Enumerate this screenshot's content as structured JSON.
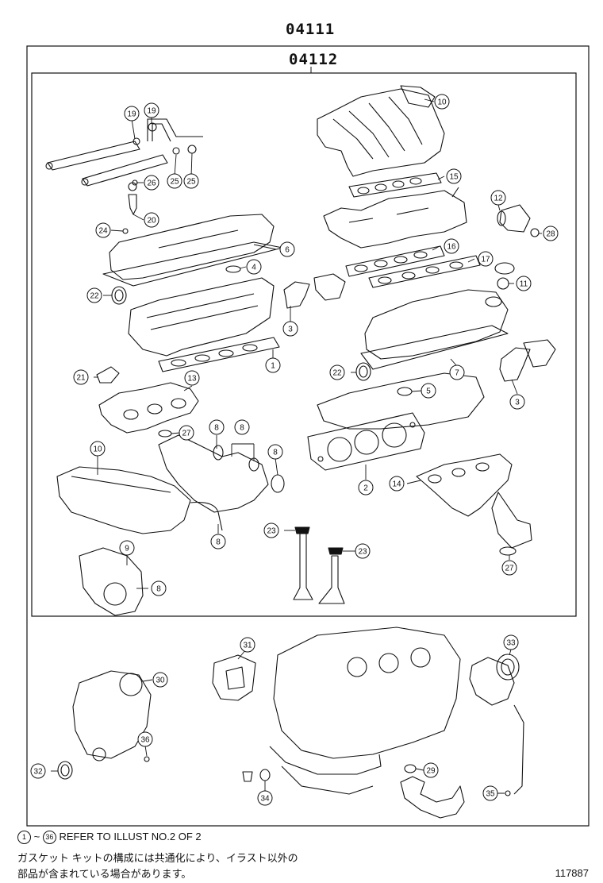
{
  "header": {
    "kit_outer": "04111",
    "kit_inner": "04112"
  },
  "callouts": [
    "1",
    "2",
    "3",
    "4",
    "5",
    "6",
    "7",
    "8",
    "9",
    "10",
    "11",
    "12",
    "13",
    "14",
    "15",
    "16",
    "17",
    "19",
    "20",
    "21",
    "22",
    "23",
    "24",
    "25",
    "26",
    "27",
    "28",
    "29",
    "30",
    "31",
    "32",
    "33",
    "34",
    "35",
    "36"
  ],
  "footer": {
    "ref_start": "1",
    "ref_end": "36",
    "ref_text": "REFER TO ILLUST NO.2 OF 2",
    "note_line1": "ガスケット キットの構成には共通化により、イラスト以外の",
    "note_line2": "部品が含まれている場合があります。",
    "illust_code": "117887"
  }
}
